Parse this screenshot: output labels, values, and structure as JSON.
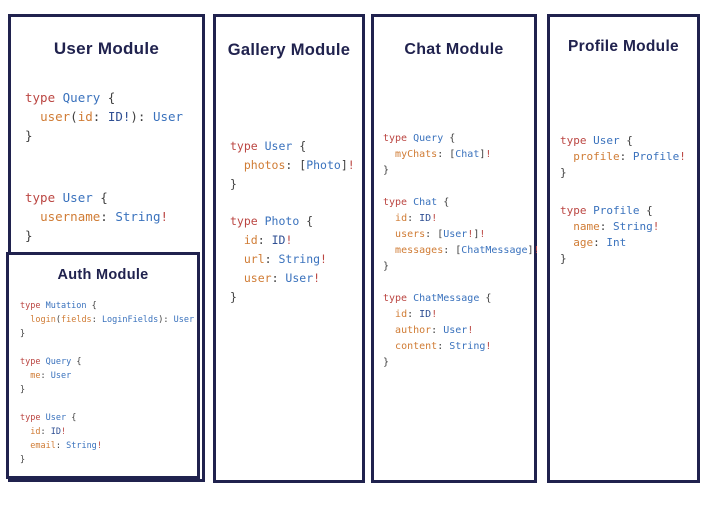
{
  "colors": {
    "background": "#ffffff",
    "navy_border_title": "#20224e",
    "code_keyword_red": "#bb4642",
    "code_type_blue": "#3a72bd",
    "code_field_orange": "#d07c35",
    "code_id_navy": "#2f4f93",
    "code_punctuation": "#3f3f3f"
  },
  "modules": [
    {
      "id": "user",
      "title": "User Module",
      "blocks": [
        {
          "lines": [
            [
              [
                "kw",
                "type "
              ],
              [
                "ty",
                "Query "
              ],
              [
                "pn",
                "{"
              ]
            ],
            [
              [
                "pn",
                "  "
              ],
              [
                "fd",
                "user"
              ],
              [
                "pn",
                "("
              ],
              [
                "fd",
                "id"
              ],
              [
                "pn",
                ": "
              ],
              [
                "nv",
                "ID!"
              ],
              [
                "pn",
                "): "
              ],
              [
                "ty",
                "User"
              ]
            ],
            [
              [
                "pn",
                "}"
              ]
            ]
          ]
        },
        {
          "lines": [
            [
              [
                "kw",
                "type "
              ],
              [
                "ty",
                "User "
              ],
              [
                "pn",
                "{"
              ]
            ],
            [
              [
                "pn",
                "  "
              ],
              [
                "fd",
                "username"
              ],
              [
                "pn",
                ": "
              ],
              [
                "ty",
                "String"
              ],
              [
                "kw",
                "!"
              ]
            ],
            [
              [
                "pn",
                "}"
              ]
            ]
          ]
        }
      ]
    },
    {
      "id": "auth",
      "title": "Auth Module",
      "blocks": [
        {
          "lines": [
            [
              [
                "kw",
                "type "
              ],
              [
                "ty",
                "Mutation "
              ],
              [
                "pn",
                "{"
              ]
            ],
            [
              [
                "pn",
                "  "
              ],
              [
                "fd",
                "login"
              ],
              [
                "pn",
                "("
              ],
              [
                "fd",
                "fields"
              ],
              [
                "pn",
                ": "
              ],
              [
                "ty",
                "LoginFields"
              ],
              [
                "pn",
                "): "
              ],
              [
                "ty",
                "User"
              ]
            ],
            [
              [
                "pn",
                "}"
              ]
            ]
          ]
        },
        {
          "lines": [
            [
              [
                "kw",
                "type "
              ],
              [
                "ty",
                "Query "
              ],
              [
                "pn",
                "{"
              ]
            ],
            [
              [
                "pn",
                "  "
              ],
              [
                "fd",
                "me"
              ],
              [
                "pn",
                ": "
              ],
              [
                "ty",
                "User"
              ]
            ],
            [
              [
                "pn",
                "}"
              ]
            ]
          ]
        },
        {
          "lines": [
            [
              [
                "kw",
                "type "
              ],
              [
                "ty",
                "User "
              ],
              [
                "pn",
                "{"
              ]
            ],
            [
              [
                "pn",
                "  "
              ],
              [
                "fd",
                "id"
              ],
              [
                "pn",
                ": "
              ],
              [
                "nv",
                "ID"
              ],
              [
                "kw",
                "!"
              ]
            ],
            [
              [
                "pn",
                "  "
              ],
              [
                "fd",
                "email"
              ],
              [
                "pn",
                ": "
              ],
              [
                "ty",
                "String"
              ],
              [
                "kw",
                "!"
              ]
            ],
            [
              [
                "pn",
                "}"
              ]
            ]
          ]
        }
      ]
    },
    {
      "id": "gallery",
      "title": "Gallery Module",
      "blocks": [
        {
          "lines": [
            [
              [
                "kw",
                "type "
              ],
              [
                "ty",
                "User "
              ],
              [
                "pn",
                "{"
              ]
            ],
            [
              [
                "pn",
                "  "
              ],
              [
                "fd",
                "photos"
              ],
              [
                "pn",
                ": ["
              ],
              [
                "ty",
                "Photo"
              ],
              [
                "pn",
                "]"
              ],
              [
                "kw",
                "!"
              ]
            ],
            [
              [
                "pn",
                "}"
              ]
            ]
          ]
        },
        {
          "lines": [
            [
              [
                "kw",
                "type "
              ],
              [
                "ty",
                "Photo "
              ],
              [
                "pn",
                "{"
              ]
            ],
            [
              [
                "pn",
                "  "
              ],
              [
                "fd",
                "id"
              ],
              [
                "pn",
                ": "
              ],
              [
                "nv",
                "ID"
              ],
              [
                "kw",
                "!"
              ]
            ],
            [
              [
                "pn",
                "  "
              ],
              [
                "fd",
                "url"
              ],
              [
                "pn",
                ": "
              ],
              [
                "ty",
                "String"
              ],
              [
                "kw",
                "!"
              ]
            ],
            [
              [
                "pn",
                "  "
              ],
              [
                "fd",
                "user"
              ],
              [
                "pn",
                ": "
              ],
              [
                "ty",
                "User"
              ],
              [
                "kw",
                "!"
              ]
            ],
            [
              [
                "pn",
                "}"
              ]
            ]
          ]
        }
      ]
    },
    {
      "id": "chat",
      "title": "Chat Module",
      "blocks": [
        {
          "lines": [
            [
              [
                "kw",
                "type "
              ],
              [
                "ty",
                "Query "
              ],
              [
                "pn",
                "{"
              ]
            ],
            [
              [
                "pn",
                "  "
              ],
              [
                "fd",
                "myChats"
              ],
              [
                "pn",
                ": ["
              ],
              [
                "ty",
                "Chat"
              ],
              [
                "pn",
                "]"
              ],
              [
                "kw",
                "!"
              ]
            ],
            [
              [
                "pn",
                "}"
              ]
            ]
          ]
        },
        {
          "lines": [
            [
              [
                "kw",
                "type "
              ],
              [
                "ty",
                "Chat "
              ],
              [
                "pn",
                "{"
              ]
            ],
            [
              [
                "pn",
                "  "
              ],
              [
                "fd",
                "id"
              ],
              [
                "pn",
                ": "
              ],
              [
                "nv",
                "ID"
              ],
              [
                "kw",
                "!"
              ]
            ],
            [
              [
                "pn",
                "  "
              ],
              [
                "fd",
                "users"
              ],
              [
                "pn",
                ": ["
              ],
              [
                "ty",
                "User"
              ],
              [
                "kw",
                "!"
              ],
              [
                "pn",
                "]"
              ],
              [
                "kw",
                "!"
              ]
            ],
            [
              [
                "pn",
                "  "
              ],
              [
                "fd",
                "messages"
              ],
              [
                "pn",
                ": ["
              ],
              [
                "ty",
                "ChatMessage"
              ],
              [
                "pn",
                "]"
              ],
              [
                "kw",
                "!"
              ]
            ],
            [
              [
                "pn",
                "}"
              ]
            ]
          ]
        },
        {
          "lines": [
            [
              [
                "kw",
                "type "
              ],
              [
                "ty",
                "ChatMessage "
              ],
              [
                "pn",
                "{"
              ]
            ],
            [
              [
                "pn",
                "  "
              ],
              [
                "fd",
                "id"
              ],
              [
                "pn",
                ": "
              ],
              [
                "nv",
                "ID"
              ],
              [
                "kw",
                "!"
              ]
            ],
            [
              [
                "pn",
                "  "
              ],
              [
                "fd",
                "author"
              ],
              [
                "pn",
                ": "
              ],
              [
                "ty",
                "User"
              ],
              [
                "kw",
                "!"
              ]
            ],
            [
              [
                "pn",
                "  "
              ],
              [
                "fd",
                "content"
              ],
              [
                "pn",
                ": "
              ],
              [
                "ty",
                "String"
              ],
              [
                "kw",
                "!"
              ]
            ],
            [
              [
                "pn",
                "}"
              ]
            ]
          ]
        }
      ]
    },
    {
      "id": "profile",
      "title": "Profile Module",
      "blocks": [
        {
          "lines": [
            [
              [
                "kw",
                "type "
              ],
              [
                "ty",
                "User "
              ],
              [
                "pn",
                "{"
              ]
            ],
            [
              [
                "pn",
                "  "
              ],
              [
                "fd",
                "profile"
              ],
              [
                "pn",
                ": "
              ],
              [
                "ty",
                "Profile"
              ],
              [
                "kw",
                "!"
              ]
            ],
            [
              [
                "pn",
                "}"
              ]
            ]
          ]
        },
        {
          "lines": [
            [
              [
                "kw",
                "type "
              ],
              [
                "ty",
                "Profile "
              ],
              [
                "pn",
                "{"
              ]
            ],
            [
              [
                "pn",
                "  "
              ],
              [
                "fd",
                "name"
              ],
              [
                "pn",
                ": "
              ],
              [
                "ty",
                "String"
              ],
              [
                "kw",
                "!"
              ]
            ],
            [
              [
                "pn",
                "  "
              ],
              [
                "fd",
                "age"
              ],
              [
                "pn",
                ": "
              ],
              [
                "ty",
                "Int"
              ]
            ],
            [
              [
                "pn",
                "}"
              ]
            ]
          ]
        }
      ]
    }
  ]
}
